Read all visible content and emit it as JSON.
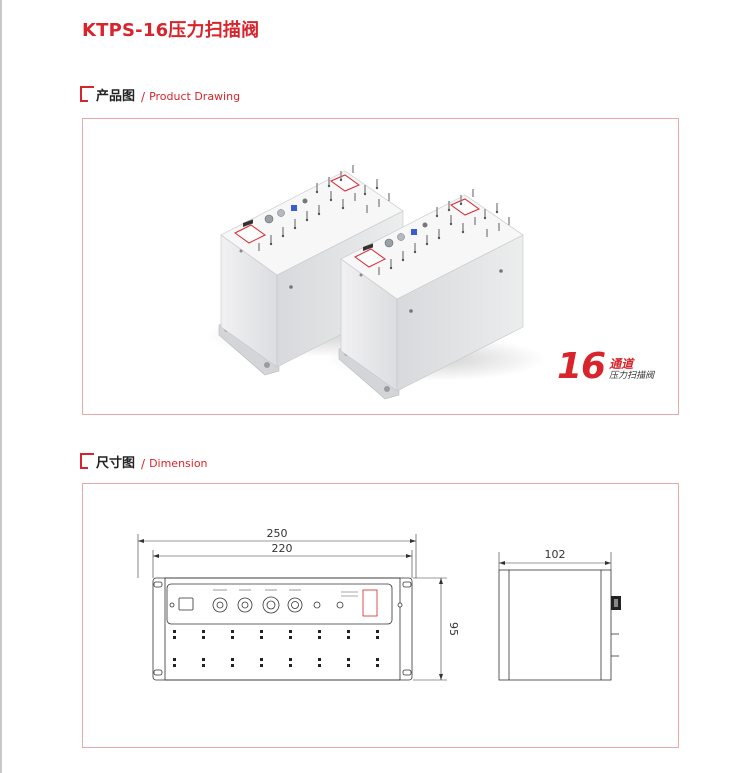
{
  "page": {
    "title": "KTPS-16压力扫描阀"
  },
  "sections": {
    "product": {
      "cn": "产品图",
      "sep": "/",
      "en": "Product Drawing"
    },
    "dimension": {
      "cn": "尺寸图",
      "sep": "/",
      "en": "Dimension"
    }
  },
  "badge": {
    "number": "16",
    "line1": "通道",
    "line2": "压力扫描阀"
  },
  "drawing": {
    "outer_width": "250",
    "inner_width": "220",
    "height": "95",
    "depth": "102"
  },
  "colors": {
    "accent": "#d8242c",
    "panel_border": "#e8a9a9",
    "device_body": "#e6e7ea"
  }
}
